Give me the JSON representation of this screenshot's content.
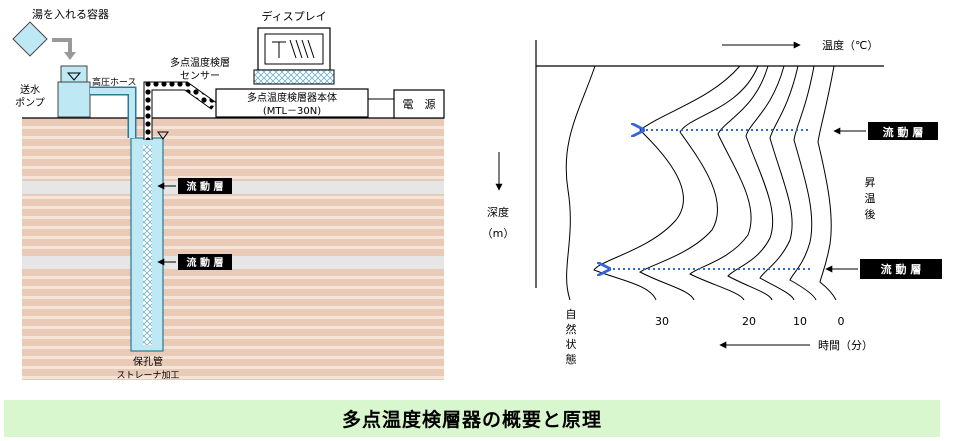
{
  "caption": "多点温度検層器の概要と原理",
  "apparatus": {
    "container_label": "湯を入れる容器",
    "pump_label_1": "送水",
    "pump_label_2": "ポンプ",
    "hose_label": "高圧ホース",
    "sensor_label_1": "多点温度検層",
    "sensor_label_2": "センサー",
    "display_label": "ディスプレイ",
    "body_label_1": "多点温度検層器本体",
    "body_label_2": "(MTL－30N)",
    "power_label": "電　源",
    "flow_layer_1": "流 動 層",
    "flow_layer_2": "流 動 層",
    "pipe_label_1": "保孔管",
    "pipe_label_2": "ストレーナ加工"
  },
  "principle": {
    "temperature_label": "温度（℃）",
    "depth_label_1": "深度",
    "depth_label_2": "（m）",
    "time_label": "時間（分）",
    "natural_state": [
      "自",
      "然",
      "状",
      "態"
    ],
    "after_heating": [
      "昇",
      "温",
      "後"
    ],
    "flow_layer_upper": "流 動 層",
    "flow_layer_lower": "流 動 層",
    "time_ticks": [
      "30",
      "20",
      "10",
      "0"
    ]
  },
  "colors": {
    "soil": "#e9cab6",
    "soil_stripe": "#f5e4d8",
    "flow_band": "#e6e6e6",
    "water": "#bde8f4",
    "arrow_blue": "#3366dd",
    "caption_bg": "#d9f7cf"
  }
}
